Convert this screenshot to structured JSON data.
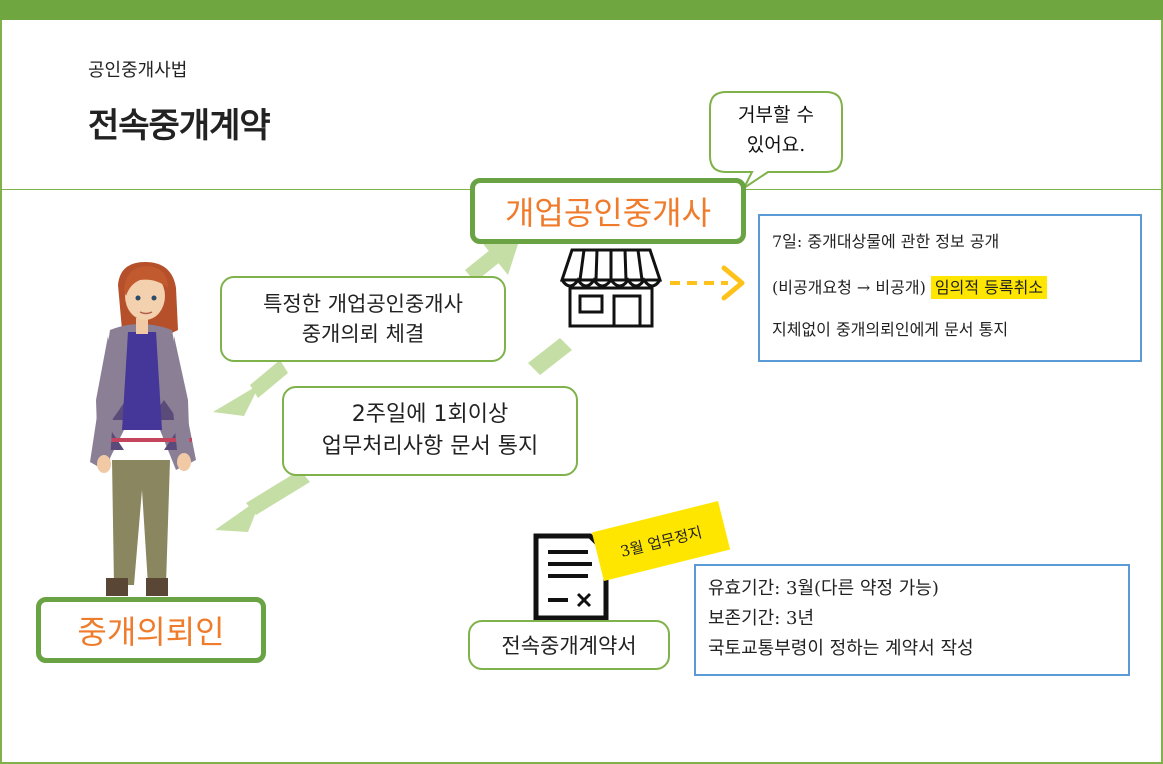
{
  "header": {
    "subtitle": "공인중개사법",
    "title": "전속중개계약"
  },
  "broker": {
    "label": "개업공인중개사",
    "bubble_line1": "거부할 수",
    "bubble_line2": "있어요."
  },
  "client": {
    "label": "중개의뢰인"
  },
  "contract_box": {
    "line1": "특정한 개업공인중개사",
    "line2": "중개의뢰 체결"
  },
  "report_box": {
    "line1": "2주일에 1회이상",
    "line2": "업무처리사항 문서 통지"
  },
  "disclosure": {
    "line1": "7일: 중개대상물에 관한 정보 공개",
    "line2": "(비공개요청 → 비공개)",
    "highlight": "임의적 등록취소",
    "line3": "지체없이 중개의뢰인에게 문서 통지"
  },
  "document": {
    "label": "전속중개계약서",
    "sticky_note": "3월 업무정지"
  },
  "terms": {
    "line1": "유효기간: 3월(다른 약정 가능)",
    "line2": "보존기간: 3년",
    "line3": "국토교통부령이 정하는 계약서 작성"
  },
  "colors": {
    "frame_green": "#70a640",
    "accent_orange": "#ef7c2c",
    "arrow_green": "#c5dea5",
    "box_blue": "#5b9bd5",
    "highlight_yellow": "#ffe600"
  },
  "icons": [
    "store-icon",
    "document-icon",
    "person-illustration",
    "dashed-arrow-icon"
  ]
}
